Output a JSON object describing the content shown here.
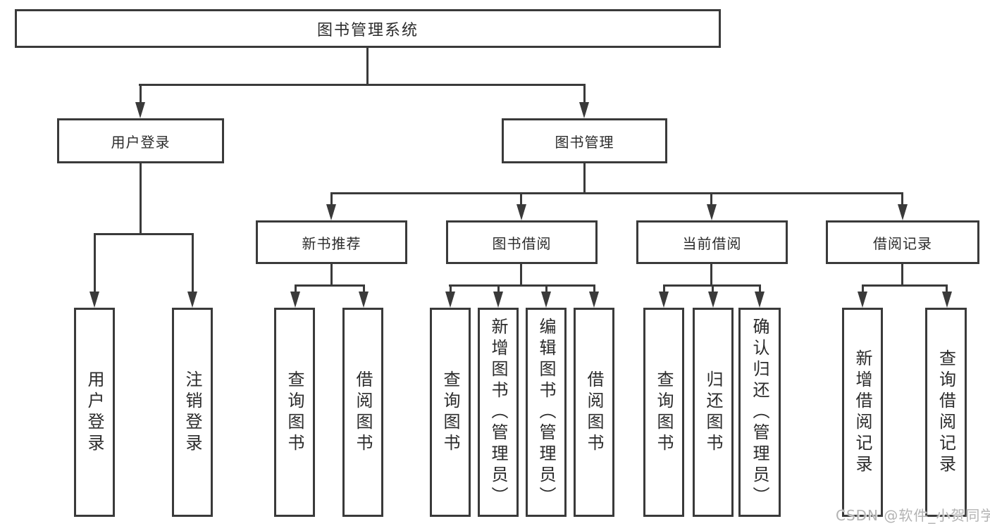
{
  "diagram": {
    "root": {
      "label": "图书管理系统"
    },
    "children": [
      {
        "label": "用户登录",
        "children": [
          {
            "label": "用户登录"
          },
          {
            "label": "注销登录"
          }
        ]
      },
      {
        "label": "图书管理",
        "children": [
          {
            "label": "新书推荐",
            "children": [
              {
                "label": "查询图书"
              },
              {
                "label": "借阅图书"
              }
            ]
          },
          {
            "label": "图书借阅",
            "children": [
              {
                "label": "查询图书"
              },
              {
                "label": "新增图书（管理员）"
              },
              {
                "label": "编辑图书（管理员）"
              },
              {
                "label": "借阅图书"
              }
            ]
          },
          {
            "label": "当前借阅",
            "children": [
              {
                "label": "查询图书"
              },
              {
                "label": "归还图书"
              },
              {
                "label": "确认归还（管理员）"
              }
            ]
          },
          {
            "label": "借阅记录",
            "children": [
              {
                "label": "新增借阅记录"
              },
              {
                "label": "查询借阅记录"
              }
            ]
          }
        ]
      }
    ]
  },
  "watermark": {
    "text": "CSDN @软件_小贺同学"
  },
  "colors": {
    "line": "#3a3a3a",
    "text": "#2b2b2b",
    "background": "#ffffff",
    "watermark": "#b3b3b3"
  }
}
